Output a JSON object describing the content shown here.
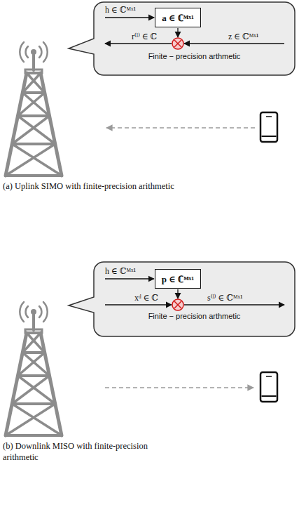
{
  "diagram": {
    "nodes": [
      {
        "text": [
          "Finite − precision arthmetic"
        ]
      },
      {
        "text": [
          "a ∈ ℂᴹˣ¹"
        ],
        "in": 0
      },
      {
        "text": [
          "Finite − precision arthmetic"
        ]
      },
      {
        "text": [
          "p ∈ ℂᴹˣ¹"
        ],
        "in": 2
      }
    ],
    "labels": [
      "h ∈ ℂᴹˣ¹",
      "r⁽ˡ⁾ ∈ ℂ",
      "z ∈ ℂᴹˣ¹",
      "h ∈ ℂᴹˣ¹",
      "xᵈ ∈ ℂ",
      "s⁽ˡ⁾ ∈ ℂᴹˣ¹",
      "(a) Uplink SIMO with finite-precision arithmetic",
      "(b) Downlink MISO with finite-precision arithmetic"
    ]
  }
}
